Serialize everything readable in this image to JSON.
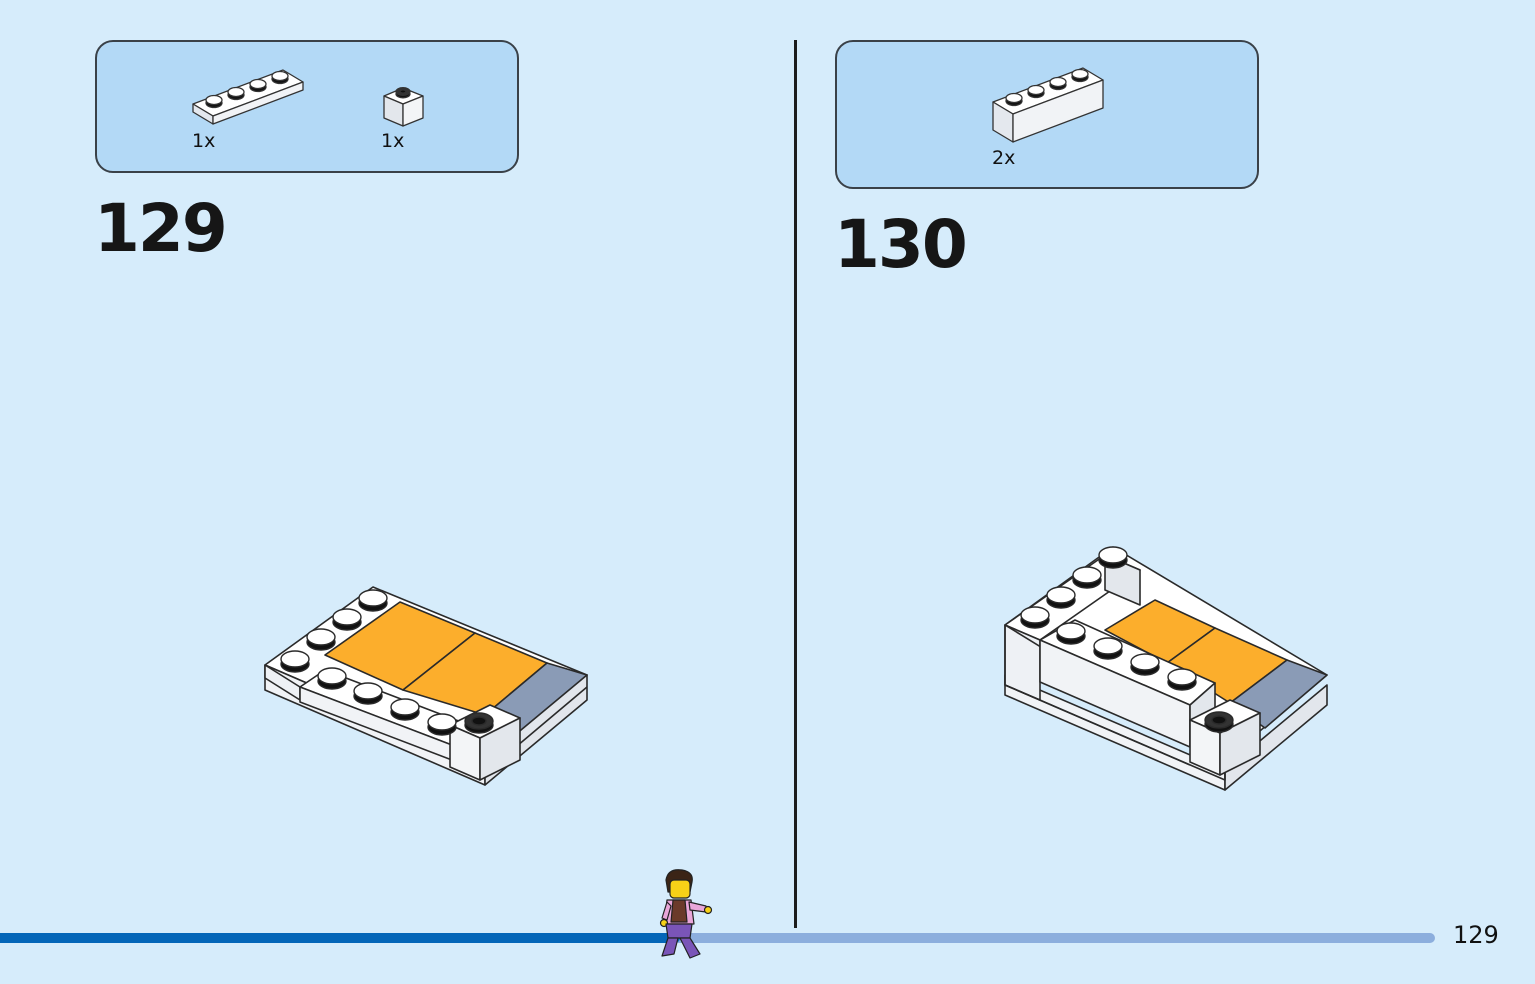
{
  "steps": [
    {
      "number": "129",
      "parts": [
        {
          "qty": "1x",
          "icon": "white-plate-1x4-icon"
        },
        {
          "qty": "1x",
          "icon": "white-brick-1x1-icon"
        }
      ]
    },
    {
      "number": "130",
      "parts": [
        {
          "qty": "2x",
          "icon": "white-brick-1x4-icon"
        }
      ]
    }
  ],
  "progress": {
    "fraction": 0.45
  },
  "page_number": "129",
  "colors": {
    "background": "#d6ecfb",
    "parts_box": "#b3d9f6",
    "brick_white": "#ffffff",
    "brick_orange": "#fcae2c",
    "brick_gray": "#8a9bb6",
    "progress_done": "#0466b8",
    "progress_rest": "#8caedd"
  }
}
